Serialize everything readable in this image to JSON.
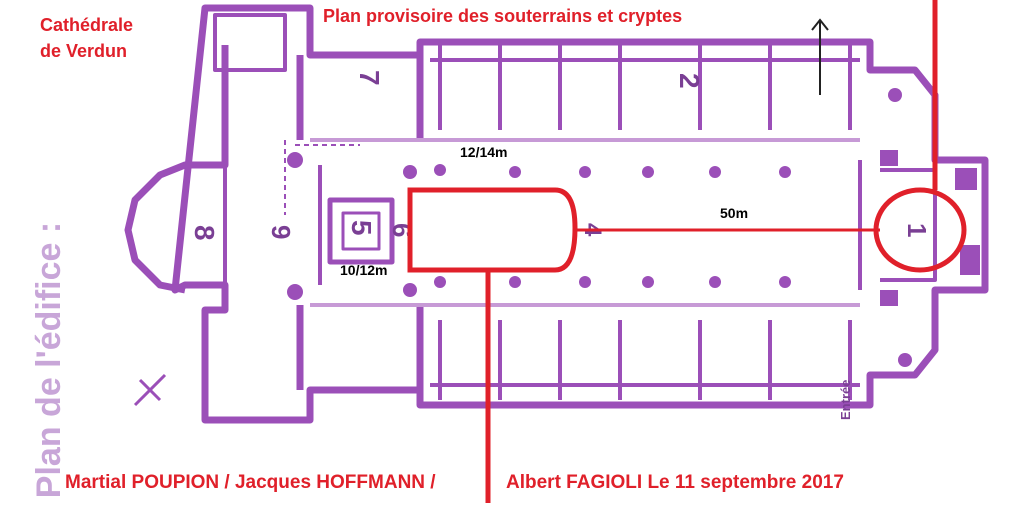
{
  "header": {
    "site_title_line1": "Cathédrale",
    "site_title_line2": "de Verdun",
    "plan_title": "Plan provisoire des souterrains et cryptes",
    "side_title": "Plan de l'édifice :"
  },
  "footer": {
    "authors_left": "Martial POUPION / Jacques HOFFMANN /",
    "authors_right": "Albert FAGIOLI  Le 11 septembre 2017"
  },
  "zones": [
    {
      "id": "1",
      "label": "1"
    },
    {
      "id": "2",
      "label": "2"
    },
    {
      "id": "4",
      "label": "4"
    },
    {
      "id": "5",
      "label": "5"
    },
    {
      "id": "6",
      "label": "6"
    },
    {
      "id": "7",
      "label": "7"
    },
    {
      "id": "8",
      "label": "8"
    },
    {
      "id": "9",
      "label": "9"
    }
  ],
  "measurements": {
    "nave_width": "12/14m",
    "crypt_width": "10/12m",
    "distance": "50m"
  },
  "plan_text": {
    "entrance": "Entrée"
  },
  "colors": {
    "annotation": "#e0202a",
    "plan": "#9b4fb8",
    "plan_light": "#c79ad6",
    "title": "#e0202a",
    "side_title": "#c8a6d8"
  }
}
